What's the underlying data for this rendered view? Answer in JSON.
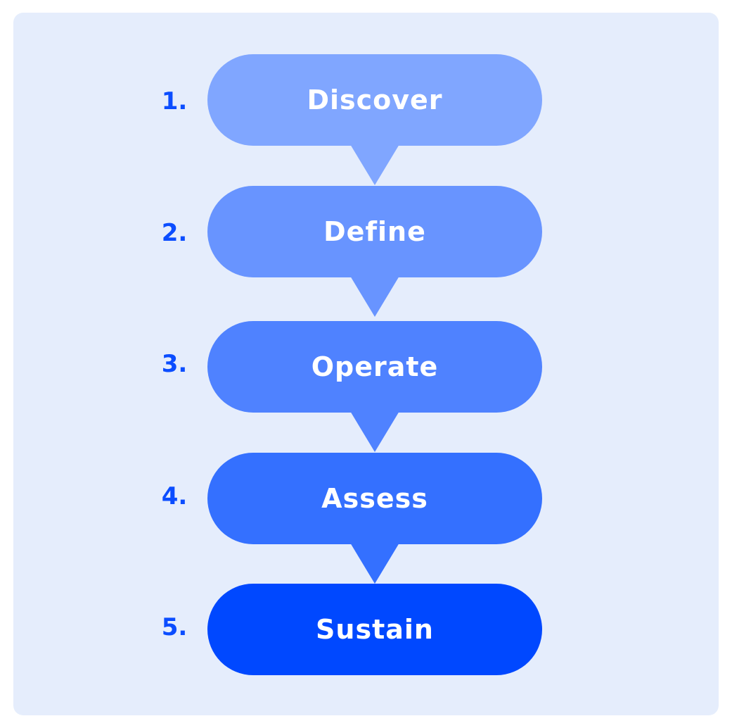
{
  "steps": [
    {
      "number": "1.",
      "label": "Discover",
      "color": "#80a6ff"
    },
    {
      "number": "2.",
      "label": "Define",
      "color": "#6894ff"
    },
    {
      "number": "3.",
      "label": "Operate",
      "color": "#4f82ff"
    },
    {
      "number": "4.",
      "label": "Assess",
      "color": "#3470ff"
    },
    {
      "number": "5.",
      "label": "Sustain",
      "color": "#0048ff"
    }
  ],
  "number_color": "#0b4dff",
  "panel_color": "#e5edfc"
}
